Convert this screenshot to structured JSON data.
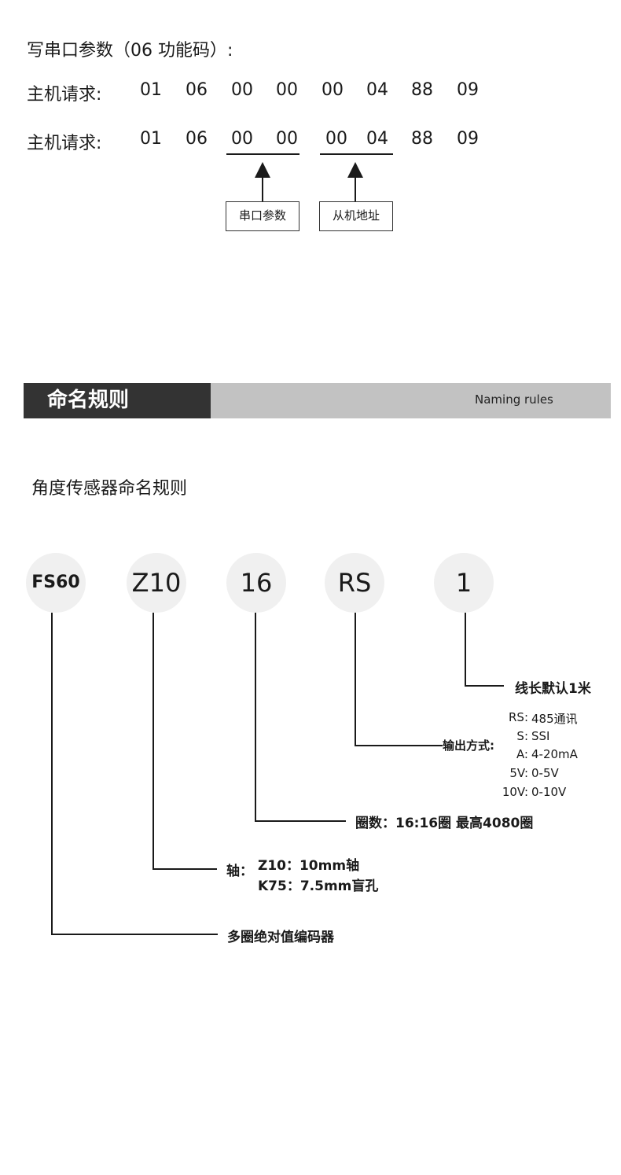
{
  "section1": {
    "title": "写串口参数（06 功能码）:",
    "row1": {
      "label": "主机请求:",
      "bytes": [
        "01",
        "06",
        "00",
        "00",
        "00",
        "04",
        "88",
        "09"
      ]
    },
    "row2": {
      "label": "主机请求:",
      "bytes": [
        "01",
        "06",
        "00",
        "00",
        "00",
        "04",
        "88",
        "09"
      ]
    },
    "box_serial": "串口参数",
    "box_slave": "从机地址"
  },
  "banner": {
    "title_cn": "命名规则",
    "title_en": "Naming rules"
  },
  "naming": {
    "subtitle": "角度传感器命名规则",
    "codes": [
      "FS60",
      "Z10",
      "16",
      "RS",
      "1"
    ],
    "cable": "线长默认1米",
    "output": {
      "label": "输出方式:",
      "items": [
        {
          "key": "RS:",
          "value": "485通讯"
        },
        {
          "key": "S:",
          "value": "SSI"
        },
        {
          "key": "A:",
          "value": "4-20mA"
        },
        {
          "key": "5V:",
          "value": "0-5V"
        },
        {
          "key": "10V:",
          "value": "0-10V"
        }
      ]
    },
    "turns": "圈数：16:16圈   最高4080圈",
    "shaft": {
      "label": "轴：",
      "line1": "Z10：10mm轴",
      "line2": "K75：7.5mm盲孔"
    },
    "type": "多圈绝对值编码器"
  }
}
